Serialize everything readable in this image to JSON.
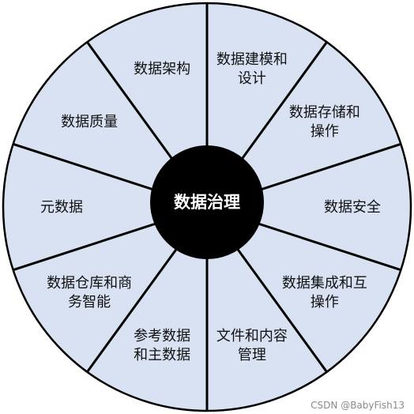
{
  "diagram": {
    "center_label": "数据治理",
    "segments": [
      {
        "lines": [
          "数据建模和",
          "设计"
        ]
      },
      {
        "lines": [
          "数据存储和",
          "操作"
        ]
      },
      {
        "lines": [
          "数据安全"
        ]
      },
      {
        "lines": [
          "数据集成和互",
          "操作"
        ]
      },
      {
        "lines": [
          "文件和内容",
          "管理"
        ]
      },
      {
        "lines": [
          "参考数据",
          "和主数据"
        ]
      },
      {
        "lines": [
          "数据仓库和商",
          "务智能"
        ]
      },
      {
        "lines": [
          "元数据"
        ]
      },
      {
        "lines": [
          "数据质量"
        ]
      },
      {
        "lines": [
          "数据架构"
        ]
      }
    ],
    "colors": {
      "segment_fill": "#d9e2f3",
      "stroke": "#000000",
      "center_fill": "#000000",
      "center_text": "#ffffff"
    }
  },
  "watermark": "CSDN @BabyFish13"
}
